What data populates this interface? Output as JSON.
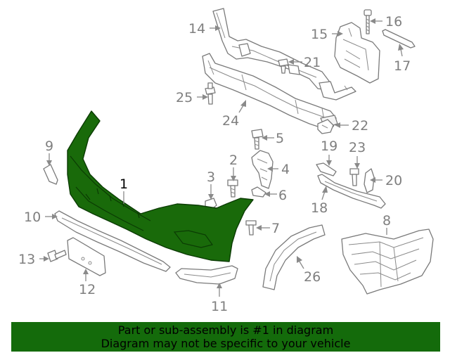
{
  "diagram": {
    "callouts": {
      "c1": "1",
      "c2": "2",
      "c3": "3",
      "c4": "4",
      "c5": "5",
      "c6": "6",
      "c7": "7",
      "c8": "8",
      "c9": "9",
      "c10": "10",
      "c11": "11",
      "c12": "12",
      "c13": "13",
      "c14": "14",
      "c15": "15",
      "c16": "16",
      "c17": "17",
      "c18": "18",
      "c19": "19",
      "c20": "20",
      "c21": "21",
      "c22": "22",
      "c23": "23",
      "c24": "24",
      "c25": "25",
      "c26": "26"
    },
    "highlight_color": "#1a6b0b",
    "line_color": "#8a8a8a"
  },
  "banner": {
    "line1": "Part or sub-assembly is #1 in diagram",
    "line2": "Diagram may not be specific to your vehicle",
    "background": "#146b0b"
  }
}
